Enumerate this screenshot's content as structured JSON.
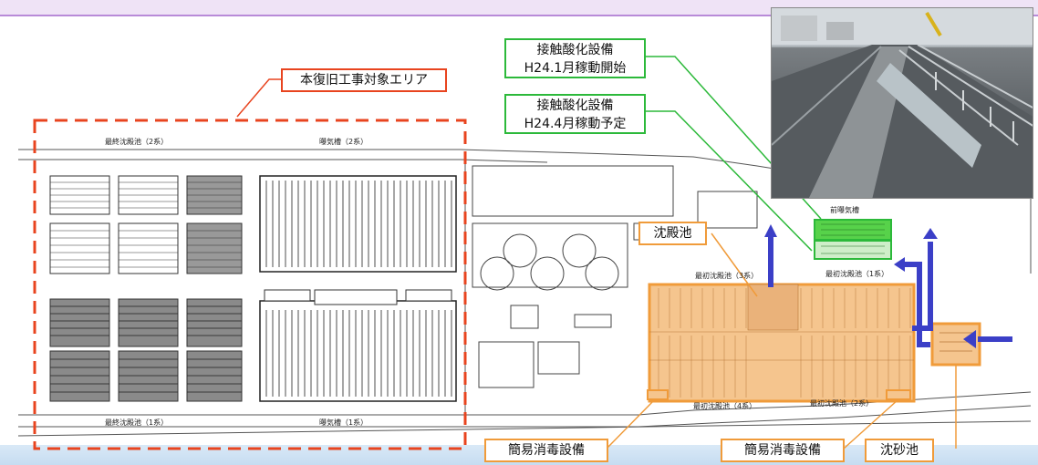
{
  "callouts": {
    "restoration_area": "本復旧工事対象エリア",
    "contact_oxidation_1": {
      "line1": "接触酸化設備",
      "line2": "H24.1月稼動開始"
    },
    "contact_oxidation_2": {
      "line1": "接触酸化設備",
      "line2": "H24.4月稼動予定"
    },
    "settling_tank": "沈殿池",
    "simple_disinfection_left": "簡易消毒設備",
    "simple_disinfection_right": "簡易消毒設備",
    "grit_chamber": "沈砂池"
  },
  "plan_labels": {
    "final_settling_2": "最終沈殿池（2系）",
    "aeration_2": "曝気槽（2系）",
    "final_settling_1": "最終沈殿池（1系）",
    "aeration_1": "曝気槽（1系）",
    "pre_aeration": "前曝気槽",
    "primary_settling_3": "最初沈殿池（3系）",
    "primary_settling_1": "最初沈殿池（1系）",
    "primary_settling_4": "最初沈殿池（4系）",
    "primary_settling_2": "最初沈殿池（2系）"
  },
  "colors": {
    "red_dashed": "#e8441f",
    "green": "#2cb93a",
    "orange": "#f09b3a",
    "orange_fill": "#f5c58e",
    "flow_arrow": "#3b3fc7"
  }
}
